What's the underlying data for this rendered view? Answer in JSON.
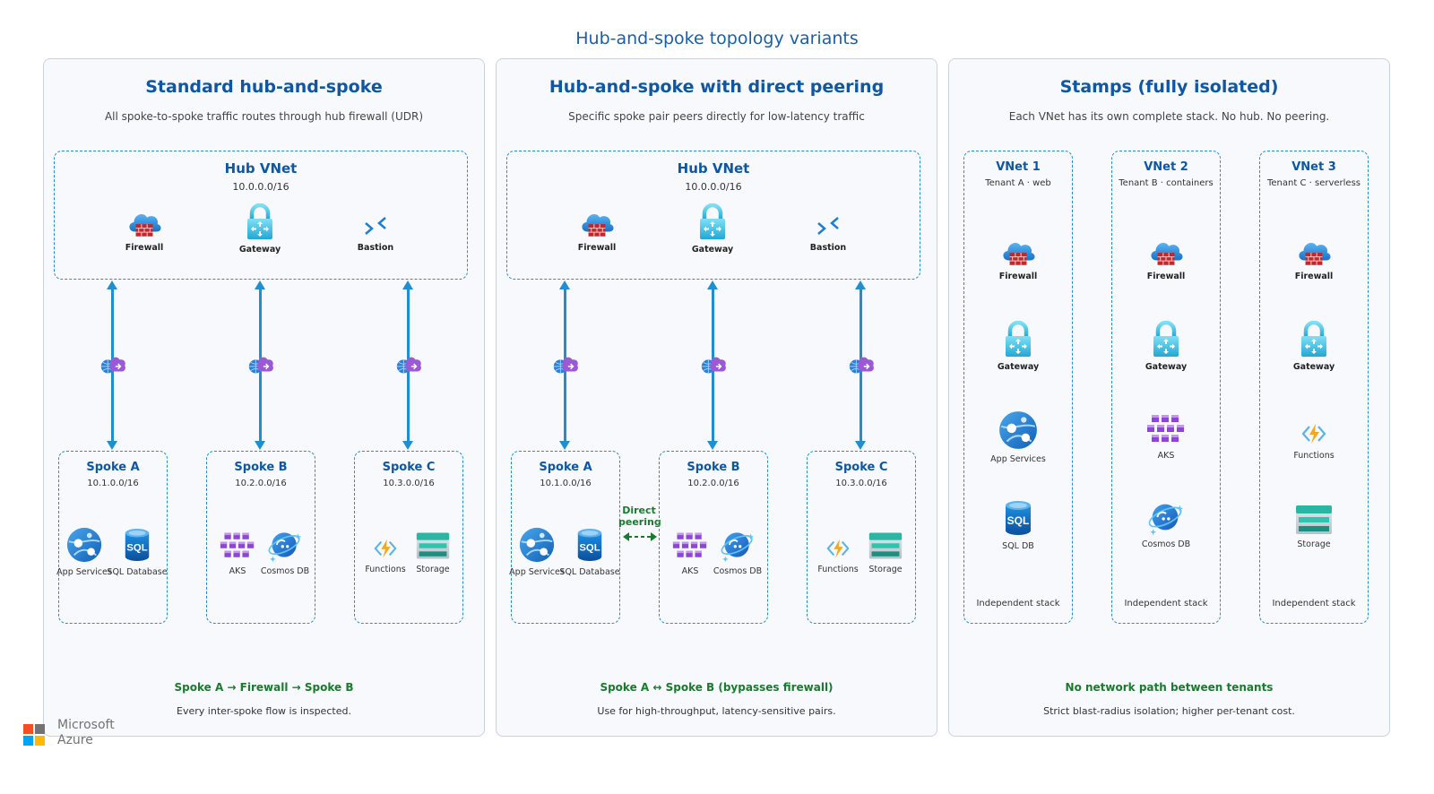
{
  "title": "Hub-and-spoke topology variants",
  "panels": [
    {
      "title": "Standard hub-and-spoke",
      "subtitle": "All spoke-to-spoke traffic routes through hub firewall (UDR)",
      "hub": {
        "title": "Hub VNet",
        "cidr": "10.0.0.0/16",
        "services": [
          "Firewall",
          "Gateway",
          "Bastion"
        ]
      },
      "spokes": [
        {
          "title": "Spoke A",
          "cidr": "10.1.0.0/16",
          "services": [
            "App Services",
            "SQL Database"
          ]
        },
        {
          "title": "Spoke B",
          "cidr": "10.2.0.0/16",
          "services": [
            "AKS",
            "Cosmos DB"
          ]
        },
        {
          "title": "Spoke C",
          "cidr": "10.3.0.0/16",
          "services": [
            "Functions",
            "Storage"
          ]
        }
      ],
      "footer_title": "Spoke A → Firewall → Spoke B",
      "footer_text": "Every inter-spoke flow is inspected."
    },
    {
      "title": "Hub-and-spoke with direct peering",
      "subtitle": "Specific spoke pair peers directly for low-latency traffic",
      "hub": {
        "title": "Hub VNet",
        "cidr": "10.0.0.0/16",
        "services": [
          "Firewall",
          "Gateway",
          "Bastion"
        ]
      },
      "spokes": [
        {
          "title": "Spoke A",
          "cidr": "10.1.0.0/16",
          "services": [
            "App Services",
            "SQL Database"
          ]
        },
        {
          "title": "Spoke B",
          "cidr": "10.2.0.0/16",
          "services": [
            "AKS",
            "Cosmos DB"
          ]
        },
        {
          "title": "Spoke C",
          "cidr": "10.3.0.0/16",
          "services": [
            "Functions",
            "Storage"
          ]
        }
      ],
      "direct_label_1": "Direct",
      "direct_label_2": "peering",
      "footer_title": "Spoke A ↔ Spoke B (bypasses firewall)",
      "footer_text": "Use for high-throughput, latency-sensitive pairs."
    },
    {
      "title": "Stamps (fully isolated)",
      "subtitle": "Each VNet has its own complete stack. No hub. No peering.",
      "vnets": [
        {
          "title": "VNet 1",
          "tenant": "Tenant A · web",
          "services": [
            "Firewall",
            "Gateway",
            "App Services",
            "SQL DB"
          ],
          "footer": "Independent stack"
        },
        {
          "title": "VNet 2",
          "tenant": "Tenant B · containers",
          "services": [
            "Firewall",
            "Gateway",
            "AKS",
            "Cosmos DB"
          ],
          "footer": "Independent stack"
        },
        {
          "title": "VNet 3",
          "tenant": "Tenant C · serverless",
          "services": [
            "Firewall",
            "Gateway",
            "Functions",
            "Storage"
          ],
          "footer": "Independent stack"
        }
      ],
      "footer_title": "No network path between tenants",
      "footer_text": "Strict blast-radius isolation; higher per-tenant cost."
    }
  ],
  "logo": {
    "line1": "Microsoft",
    "line2": "Azure"
  },
  "colors": {
    "accent": "#0f57a3",
    "connector": "#1f8fd1",
    "green": "#1a7a2e"
  }
}
